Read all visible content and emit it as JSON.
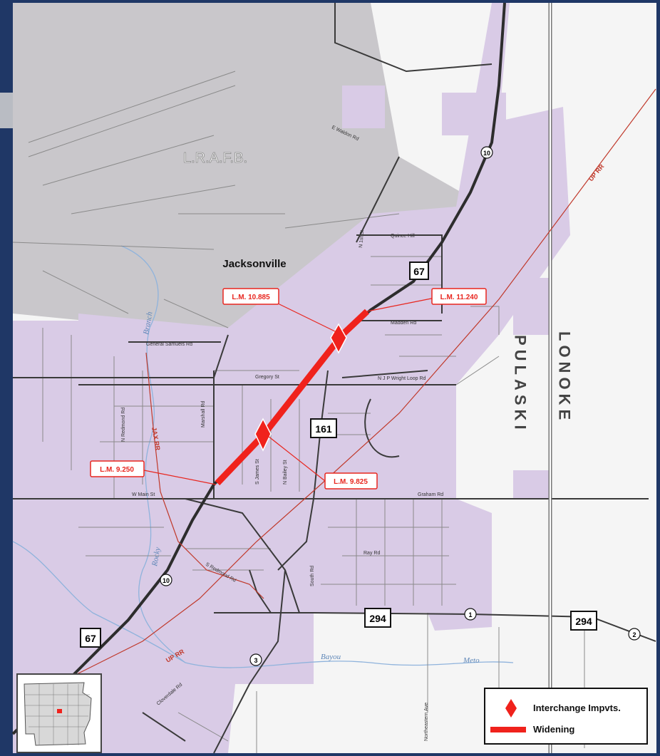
{
  "map": {
    "places": {
      "base": "L.R.A.F.B.",
      "city": "Jacksonville",
      "county_west": "PULASKI",
      "county_east": "LONOKE"
    },
    "load_markers": {
      "lm1": "L.M. 10.885",
      "lm2": "L.M. 11.240",
      "lm3": "L.M. 9.250",
      "lm4": "L.M. 9.825"
    },
    "streets": {
      "waldon": "E Waldon Rd",
      "quince": "Quince Hill",
      "n1st": "N 1st St",
      "madden": "Madden Rd",
      "general": "General Samuels Rd",
      "gregory": "Gregory St",
      "njp": "N J P Wright Loop Rd",
      "nredmond": "N Redmond Rd",
      "marshall": "Marshall Rd",
      "sjames": "S James St",
      "nbailey": "N Bailey St",
      "wmain": "W Main St",
      "graham": "Graham Rd",
      "ray": "Ray Rd",
      "sredmond": "S Redmond Rd",
      "south": "South Rd",
      "cloverdale": "Cloverdale Rd",
      "northeastern": "Northeastern Ave"
    },
    "routes": {
      "us67_a": "67",
      "us67_b": "67",
      "ar161": "161",
      "ar294_a": "294",
      "ar294_b": "294",
      "r10_a": "10",
      "r10_b": "10",
      "r3": "3",
      "r1": "1",
      "r2": "2"
    },
    "railroads": {
      "up_ne": "UP RR",
      "up_sw": "UP RR",
      "jax": "JAX RR"
    },
    "water": {
      "branch": "Branch",
      "rocky": "Rocky",
      "bayou": "Bayou",
      "meto": "Meto"
    },
    "colors": {
      "city_fill": "#d9cbe6",
      "base_fill": "#c8c6c9",
      "road": "#3a3a3a",
      "highlight": "#f0221c",
      "railroad": "#c0392b",
      "river": "#8fb3dc",
      "frame": "#1f3766"
    }
  },
  "legend": {
    "interchange": "Interchange Impvts.",
    "widening": "Widening"
  }
}
